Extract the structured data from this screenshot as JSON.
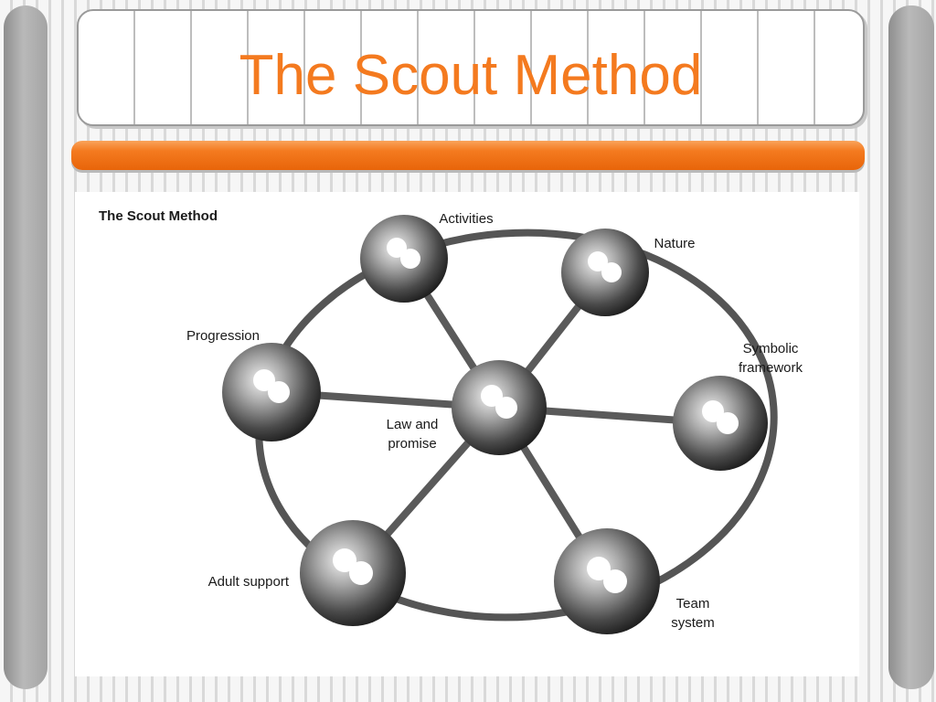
{
  "slide": {
    "title": "The Scout Method"
  },
  "diagram": {
    "heading": "The Scout Method",
    "center": {
      "line1": "Law and",
      "line2": "promise"
    },
    "nodes": {
      "activities": "Activities",
      "nature": "Nature",
      "symbolic_line1": "Symbolic",
      "symbolic_line2": "framework",
      "team_line1": "Team",
      "team_line2": "system",
      "adult_support": "Adult support",
      "progression": "Progression"
    }
  },
  "colors": {
    "title": "#f47a1f",
    "accent_bar": "#f47a1f"
  }
}
